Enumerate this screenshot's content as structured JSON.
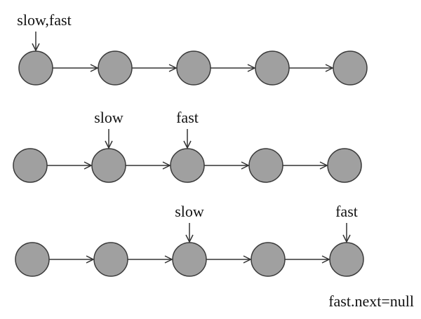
{
  "colors": {
    "node_fill": "#a0a0a0",
    "node_stroke": "#3a3a3a",
    "line": "#333333",
    "text": "#111111"
  },
  "rows": [
    {
      "nodes": 5,
      "pointers": [
        {
          "label": "slow,fast",
          "node": 0
        }
      ]
    },
    {
      "nodes": 5,
      "pointers": [
        {
          "label": "slow",
          "node": 1
        },
        {
          "label": "fast",
          "node": 2
        }
      ]
    },
    {
      "nodes": 5,
      "pointers": [
        {
          "label": "slow",
          "node": 2
        },
        {
          "label": "fast",
          "node": 4
        }
      ]
    }
  ],
  "note": "fast.next=null"
}
